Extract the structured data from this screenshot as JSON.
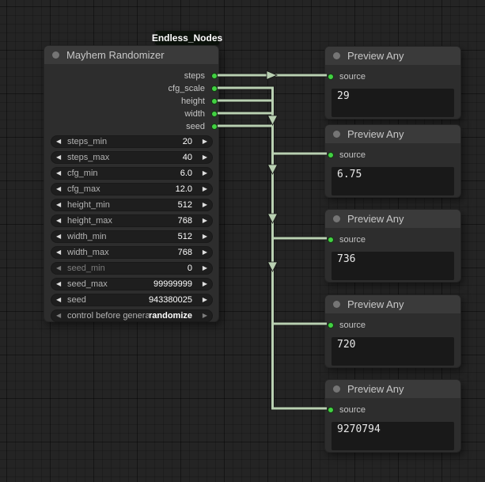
{
  "colors": {
    "wire": "#b9d0b2",
    "slot_green": "#42d142",
    "title_dot": "#757575"
  },
  "group_badge": {
    "label": "Endless_Nodes"
  },
  "randomizer_node": {
    "title": "Mayhem Randomizer",
    "outputs": [
      "steps",
      "cfg_scale",
      "height",
      "width",
      "seed"
    ],
    "widgets": [
      {
        "label": "steps_min",
        "value": "20"
      },
      {
        "label": "steps_max",
        "value": "40"
      },
      {
        "label": "cfg_min",
        "value": "6.0"
      },
      {
        "label": "cfg_max",
        "value": "12.0"
      },
      {
        "label": "height_min",
        "value": "512"
      },
      {
        "label": "height_max",
        "value": "768"
      },
      {
        "label": "width_min",
        "value": "512"
      },
      {
        "label": "width_max",
        "value": "768"
      },
      {
        "label": "seed_min",
        "value": "0"
      },
      {
        "label": "seed_max",
        "value": "99999999"
      },
      {
        "label": "seed",
        "value": "943380025"
      },
      {
        "label": "control before generate",
        "value": "randomize"
      }
    ]
  },
  "preview_nodes": [
    {
      "title": "Preview Any",
      "input": "source",
      "value": "29"
    },
    {
      "title": "Preview Any",
      "input": "source",
      "value": "6.75"
    },
    {
      "title": "Preview Any",
      "input": "source",
      "value": "736"
    },
    {
      "title": "Preview Any",
      "input": "source",
      "value": "720"
    },
    {
      "title": "Preview Any",
      "input": "source",
      "value": "9270794"
    }
  ]
}
